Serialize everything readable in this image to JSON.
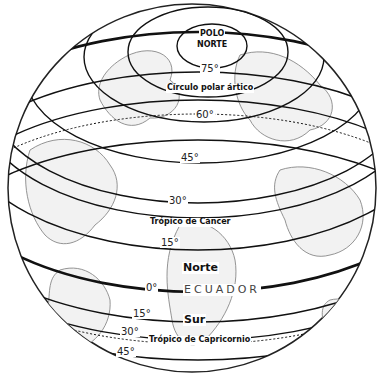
{
  "diagram": {
    "labels": [
      "POLO",
      "NORTE",
      "75°",
      "Círculo polar ártico",
      "60°",
      "45°",
      "30°",
      "Trópico de Cáncer",
      "15°",
      "Norte",
      "0°",
      "ECUADOR",
      "15°",
      "Sur",
      "30°",
      "Trópico de Capricornio",
      "45°"
    ]
  }
}
